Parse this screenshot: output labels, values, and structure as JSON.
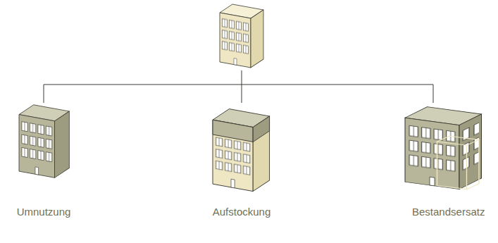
{
  "diagram": {
    "nodes": [
      {
        "text": [
          "Umnutzung"
        ]
      },
      {
        "text": [
          "Aufstockung"
        ]
      },
      {
        "text": [
          "Bestandsersatz"
        ]
      }
    ]
  }
}
